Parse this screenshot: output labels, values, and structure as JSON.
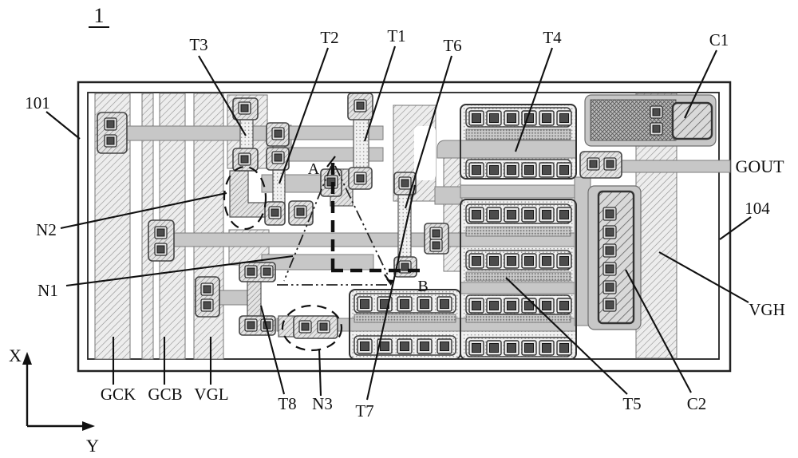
{
  "figure": {
    "number": "1"
  },
  "reference_numerals": {
    "substrate": "101",
    "layer": "104"
  },
  "transistors": {
    "t1": "T1",
    "t2": "T2",
    "t3": "T3",
    "t4": "T4",
    "t5": "T5",
    "t6": "T6",
    "t7": "T7",
    "t8": "T8"
  },
  "capacitors": {
    "c1": "C1",
    "c2": "C2"
  },
  "nodes": {
    "n1": "N1",
    "n2": "N2",
    "n3": "N3"
  },
  "signals": {
    "gck": "GCK",
    "gcb": "GCB",
    "vgl": "VGL",
    "vgh": "VGH",
    "gout": "GOUT"
  },
  "section_markers": {
    "a": "A",
    "b": "B"
  },
  "axes": {
    "x": "X",
    "y": "Y"
  },
  "palette": {
    "ink": "#111111",
    "metal": "#c7c7c7",
    "via_dark": "#4c4c4c",
    "background": "#ffffff"
  }
}
